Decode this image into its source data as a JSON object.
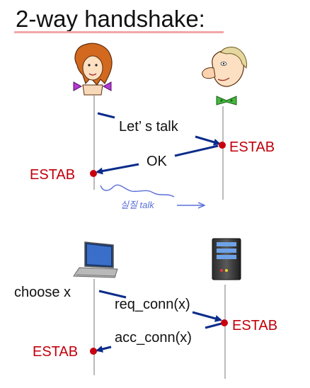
{
  "title": "2-way handshake:",
  "top": {
    "msg1": "Let’ s talk",
    "msg2": "OK",
    "estab_right": "ESTAB",
    "estab_left": "ESTAB",
    "note": "실질 talk"
  },
  "bottom": {
    "choose": "choose x",
    "msg1": "req_conn(x)",
    "msg2": "acc_conn(x)",
    "estab_right": "ESTAB",
    "estab_left": "ESTAB"
  },
  "colors": {
    "arrow": "#0a2c8a",
    "estab": "#c0000b",
    "dot": "#c8000e",
    "note": "#5a6fd8",
    "title_underline": "#f2a7a7"
  },
  "icons": [
    "woman-person-icon",
    "man-person-icon",
    "laptop-icon",
    "server-icon"
  ]
}
